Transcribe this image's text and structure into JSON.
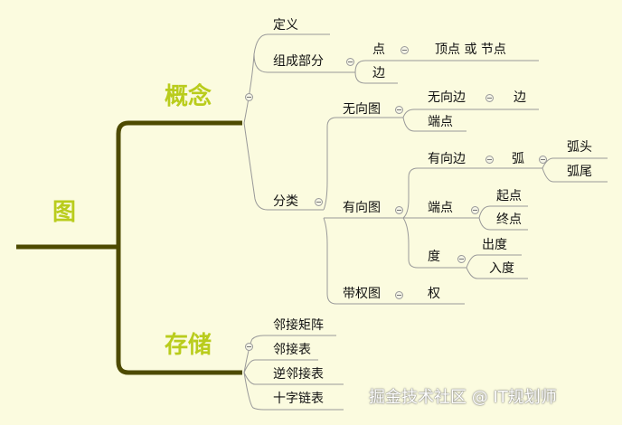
{
  "root": "图",
  "concept": {
    "label": "概念",
    "definition": "定义",
    "composition": "组成部分",
    "vertex": "点",
    "vertex_detail": "顶点  或  节点",
    "edge": "边"
  },
  "classification": {
    "label": "分类",
    "undirected": {
      "label": "无向图",
      "edge_label": "无向边",
      "edge_value": "边",
      "endpoint": "端点"
    },
    "directed": {
      "label": "有向图",
      "edge_label": "有向边",
      "arc": "弧",
      "arc_head": "弧头",
      "arc_tail": "弧尾",
      "endpoint": "端点",
      "start": "起点",
      "end": "终点",
      "degree": "度",
      "out_degree": "出度",
      "in_degree": "入度"
    },
    "weighted": {
      "label": "带权图",
      "weight": "权"
    }
  },
  "storage": {
    "label": "存储",
    "items": [
      "邻接矩阵",
      "邻接表",
      "逆邻接表",
      "十字链表"
    ]
  },
  "watermark": "掘金技术社区 @ IT规划师",
  "colors": {
    "background": "#fbfbdf",
    "trunk": "#4d4a00",
    "branch": "#999999",
    "main_title": "#b9cc1c"
  }
}
